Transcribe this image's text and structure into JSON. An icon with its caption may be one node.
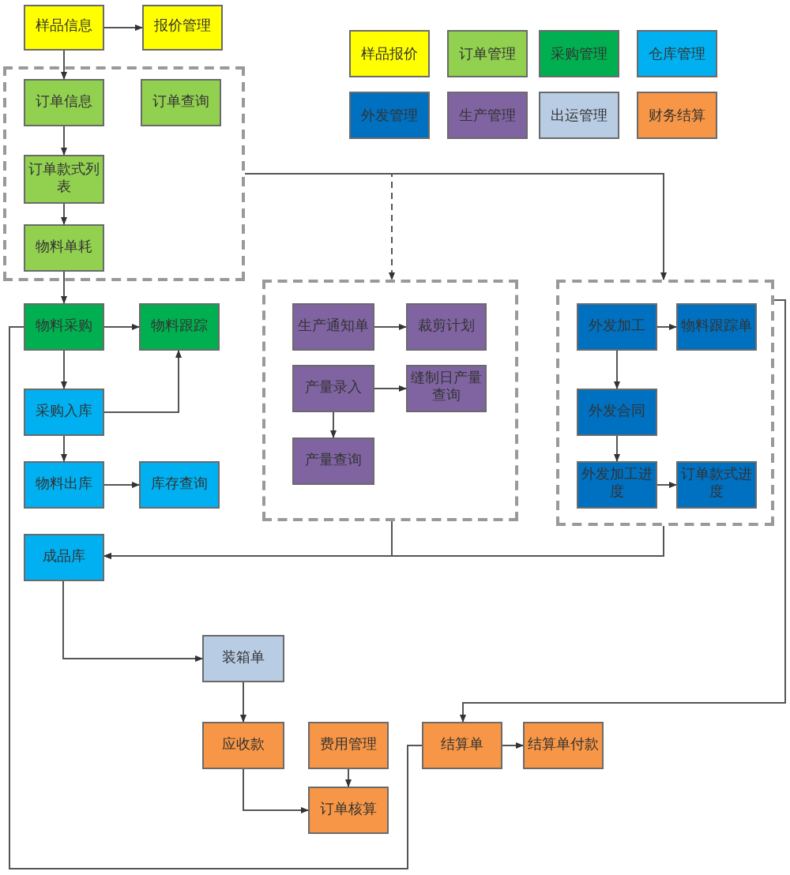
{
  "diagram": {
    "nodes": [
      {
        "text": [
          "样品信息"
        ]
      },
      {
        "text": [
          "报价管理"
        ]
      },
      {
        "text": [],
        "shape": "box"
      },
      {
        "text": [
          "订单信息"
        ],
        "in": 2
      },
      {
        "text": [
          "订单查询"
        ],
        "in": 2
      },
      {
        "text": [
          "订单款式列表"
        ],
        "in": 2
      },
      {
        "text": [
          "物料单耗"
        ],
        "in": 2
      },
      {
        "text": [
          "物料采购"
        ]
      },
      {
        "text": [
          "物料跟踪"
        ]
      },
      {
        "text": [
          "采购入库"
        ]
      },
      {
        "text": [
          "物料出库"
        ]
      },
      {
        "text": [
          "库存查询"
        ]
      },
      {
        "text": [
          "成品库"
        ]
      },
      {
        "text": [],
        "shape": "box"
      },
      {
        "text": [
          "生产通知单"
        ],
        "in": 13
      },
      {
        "text": [
          "裁剪计划"
        ],
        "in": 13
      },
      {
        "text": [
          "产量录入"
        ],
        "in": 13
      },
      {
        "text": [
          "缝制日产量查询"
        ],
        "in": 13
      },
      {
        "text": [
          "产量查询"
        ],
        "in": 13
      },
      {
        "text": [],
        "shape": "box"
      },
      {
        "text": [
          "外发加工"
        ],
        "in": 19
      },
      {
        "text": [
          "物料跟踪单"
        ],
        "in": 19
      },
      {
        "text": [
          "外发合同"
        ],
        "in": 19
      },
      {
        "text": [
          "外发加工进度"
        ],
        "in": 19
      },
      {
        "text": [
          "订单款式进度"
        ],
        "in": 19
      },
      {
        "text": [
          "装箱单"
        ]
      },
      {
        "text": [
          "应收款"
        ]
      },
      {
        "text": [
          "费用管理"
        ]
      },
      {
        "text": [
          "订单核算"
        ]
      },
      {
        "text": [
          "结算单"
        ]
      },
      {
        "text": [
          "结算单付款"
        ]
      }
    ],
    "edges": [
      {
        "from": 0,
        "to": 1,
        "arrow": "to"
      },
      {
        "from": 0,
        "to": 3,
        "arrow": "to"
      },
      {
        "from": 3,
        "to": 5,
        "arrow": "to"
      },
      {
        "from": 5,
        "to": 6,
        "arrow": "to"
      },
      {
        "from": 6,
        "to": 7,
        "arrow": "to"
      },
      {
        "from": 7,
        "to": 8,
        "arrow": "to"
      },
      {
        "from": 7,
        "to": 9,
        "arrow": "to"
      },
      {
        "from": 9,
        "to": 8,
        "arrow": "to"
      },
      {
        "from": 9,
        "to": 10,
        "arrow": "to"
      },
      {
        "from": 10,
        "to": 11,
        "arrow": "to"
      },
      {
        "from": 2,
        "to": 13,
        "arrow": "to",
        "style": "dashed"
      },
      {
        "from": 2,
        "to": 19,
        "arrow": "to"
      },
      {
        "from": 14,
        "to": 15,
        "arrow": "to"
      },
      {
        "from": 16,
        "to": 17,
        "arrow": "to"
      },
      {
        "from": 16,
        "to": 18,
        "arrow": "to"
      },
      {
        "from": 20,
        "to": 21,
        "arrow": "to"
      },
      {
        "from": 20,
        "to": 22,
        "arrow": "to"
      },
      {
        "from": 22,
        "to": 23,
        "arrow": "to"
      },
      {
        "from": 23,
        "to": 24,
        "arrow": "to"
      },
      {
        "from": 13,
        "to": 12,
        "arrow": "to"
      },
      {
        "from": 19,
        "to": 12,
        "arrow": "to"
      },
      {
        "from": 12,
        "to": 25,
        "arrow": "to"
      },
      {
        "from": 25,
        "to": 26,
        "arrow": "to"
      },
      {
        "from": 26,
        "to": 28,
        "arrow": "to"
      },
      {
        "from": 27,
        "to": 28,
        "arrow": "to"
      },
      {
        "from": 29,
        "to": 30,
        "arrow": "to"
      },
      {
        "from": 19,
        "to": 29,
        "arrow": "to"
      },
      {
        "from": 7,
        "to": 29,
        "arrow": "none"
      }
    ],
    "legend": [
      {
        "text": "样品报价",
        "color": "#ffff00"
      },
      {
        "text": "订单管理",
        "color": "#92d050"
      },
      {
        "text": "采购管理",
        "color": "#00b050"
      },
      {
        "text": "仓库管理",
        "color": "#00b0f0"
      },
      {
        "text": "外发管理",
        "color": "#0070c0"
      },
      {
        "text": "生产管理",
        "color": "#8064a2"
      },
      {
        "text": "出运管理",
        "color": "#b8cce4"
      },
      {
        "text": "财务结算",
        "color": "#f79646"
      }
    ]
  }
}
